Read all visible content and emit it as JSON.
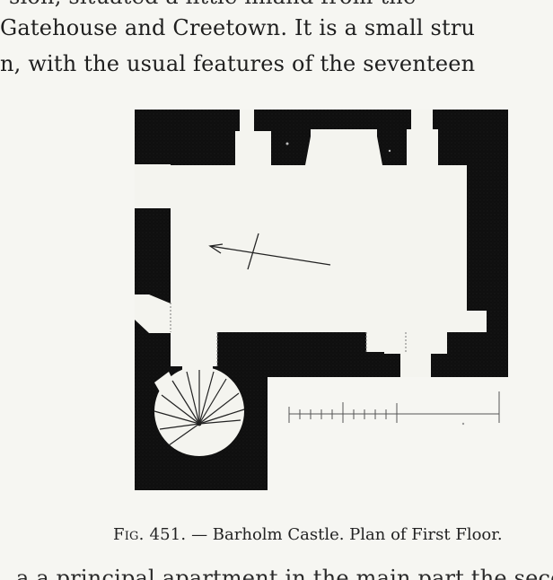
{
  "body_text": {
    "partial_top": "sion, situated a little inland from the",
    "line_1": "Gatehouse and Creetown.  It is a small stru",
    "line_2": "n, with the usual features of the seventeen",
    "partial_bottom": "a a principal  apartment  in  the  main  part  the  second"
  },
  "figure": {
    "caption_label": "Fig. 451.",
    "caption_text": "— Barholm Castle.   Plan of First Floor."
  },
  "colors": {
    "wall": "#111111",
    "floor": "#f4f4ef",
    "ink": "#1f1f1f"
  }
}
